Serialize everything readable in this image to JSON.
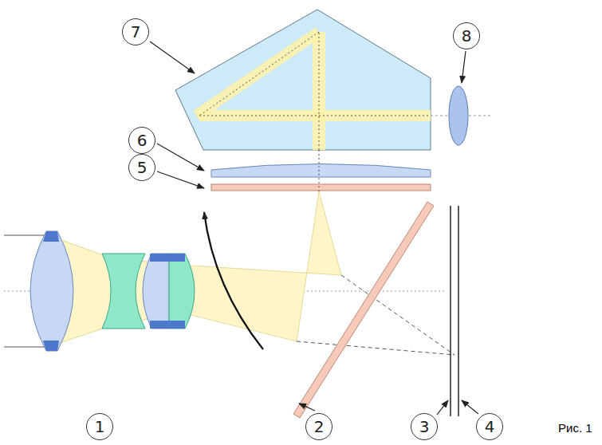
{
  "diagram": {
    "nodes": [
      {
        "text": [
          "7"
        ]
      },
      {
        "text": [
          "8"
        ]
      },
      {
        "text": [
          "6"
        ]
      },
      {
        "text": [
          "5"
        ]
      },
      {
        "text": [
          "1"
        ]
      },
      {
        "text": [
          "2"
        ]
      },
      {
        "text": [
          "3"
        ]
      },
      {
        "text": [
          "4"
        ]
      }
    ],
    "labels": [
      "Рис. 1"
    ]
  }
}
